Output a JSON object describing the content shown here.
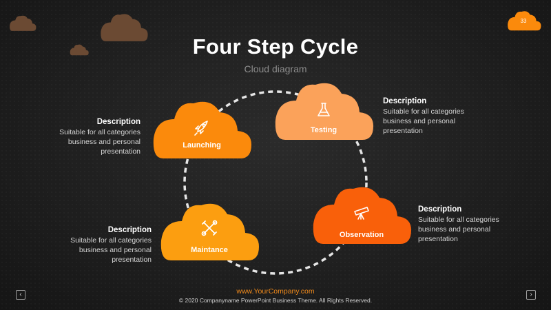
{
  "slide": {
    "title": "Four Step Cycle",
    "subtitle": "Cloud diagram",
    "page_number": "33"
  },
  "steps": [
    {
      "label": "Launching",
      "icon": "rocket-icon",
      "color": "#fb8a0c"
    },
    {
      "label": "Testing",
      "icon": "flask-icon",
      "color": "#fba25a"
    },
    {
      "label": "Observation",
      "icon": "telescope-icon",
      "color": "#f9600a"
    },
    {
      "label": "Maintance",
      "icon": "tools-icon",
      "color": "#fc9e10"
    }
  ],
  "descriptions": [
    {
      "heading": "Description",
      "text": "Suitable for all categories business and personal presentation"
    },
    {
      "heading": "Description",
      "text": "Suitable for all categories business and personal presentation"
    },
    {
      "heading": "Description",
      "text": "Suitable for all categories business and personal presentation"
    },
    {
      "heading": "Description",
      "text": "Suitable for all categories business and personal presentation"
    }
  ],
  "footer": {
    "url": "www.YourCompany.com",
    "copyright": "© 2020 Companyname  PowerPoint  Business Theme. All Rights Reserved."
  },
  "nav": {
    "prev": "‹",
    "next": "›"
  },
  "colors": {
    "accent": "#f08a1c",
    "decor_cloud": "#6b4a33",
    "ring": "#e6e6e6"
  }
}
